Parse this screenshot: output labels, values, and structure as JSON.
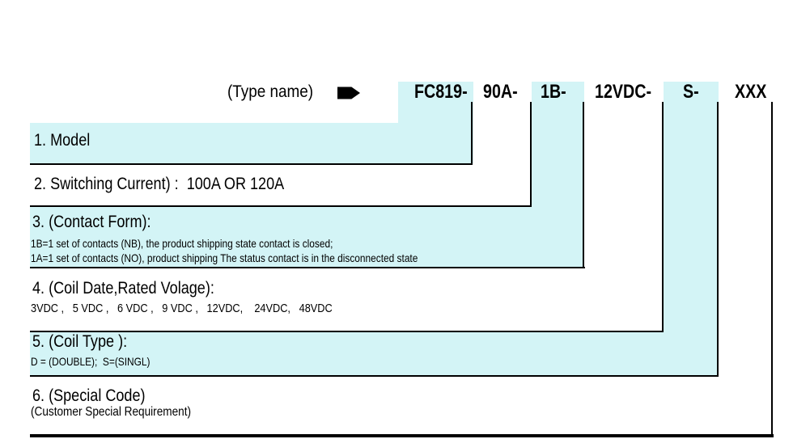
{
  "diagram": {
    "type_name_label": "(Type name)",
    "arrow_icon": "right-pointing-tag-icon",
    "code_segments": [
      {
        "code": "FC819-",
        "highlighted": true,
        "meaning_row": "1. Model"
      },
      {
        "code": "90A-",
        "highlighted": false,
        "meaning_row": "2. Switching Current"
      },
      {
        "code": "1B-",
        "highlighted": true,
        "meaning_row": "3. Contact Form"
      },
      {
        "code": "12VDC-",
        "highlighted": false,
        "meaning_row": "4. Coil Rated Voltage"
      },
      {
        "code": "S-",
        "highlighted": true,
        "meaning_row": "5. Coil Type"
      },
      {
        "code": "XXX",
        "highlighted": false,
        "meaning_row": "6. Special Code"
      }
    ],
    "rows": [
      {
        "title": "1. Model",
        "details": []
      },
      {
        "title": "2. Switching Current) :  100A OR 120A",
        "details": []
      },
      {
        "title": "3. (Contact Form):",
        "details": [
          "1B=1 set of contacts (NB), the product shipping state contact is closed;",
          "1A=1 set of contacts (NO), product shipping The status contact is in the disconnected state"
        ]
      },
      {
        "title": "4. (Coil Date,Rated Volage):",
        "details": [
          "3VDC ,   5 VDC ,   6 VDC ,   9 VDC ,   12VDC,    24VDC,   48VDC"
        ]
      },
      {
        "title": "5. (Coil Type ):",
        "details": [
          "D = (DOUBLE);  S=(SINGL)"
        ]
      },
      {
        "title": "6. (Special Code)",
        "details": [
          "(Customer Special Requirement)"
        ]
      }
    ],
    "colors": {
      "highlight": "#D3F4F6",
      "line": "#000000",
      "text": "#000000",
      "background": "#FFFFFF"
    }
  }
}
